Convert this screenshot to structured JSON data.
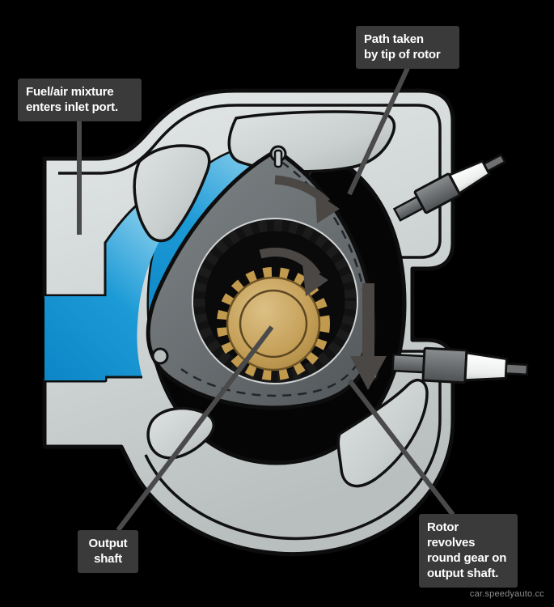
{
  "figure": {
    "title": "Wankel rotary engine cutaway diagram",
    "watermark": "car.speedyauto.cc"
  },
  "callouts": [
    {
      "id": "fuel-air",
      "text": "Fuel/air mixture\nenters inlet port."
    },
    {
      "id": "rotor-path",
      "text": "Path taken\nby tip of rotor"
    },
    {
      "id": "output-shaft",
      "text": "Output\nshaft"
    },
    {
      "id": "rotor-gear",
      "text": "Rotor revolves\nround gear on\noutput shaft."
    }
  ],
  "colors": {
    "background": "#000000",
    "callout_bg": "#3a3a3a",
    "callout_text": "#ffffff",
    "housing_light": "#d9dddd",
    "housing_mid": "#c3c8c8",
    "housing_dark": "#9aa0a0",
    "outline": "#111111",
    "intake_blue": "#1c9ad6",
    "intake_blue_light": "#5bbde8",
    "rotor_gray": "#6f7476",
    "rotor_dark": "#4c5153",
    "internal_gear": "#151515",
    "output_gear_gold": "#c19a4e",
    "output_gear_gold_light": "#d6b978",
    "arrow_gray": "#4a4744",
    "leader_line": "#4a4a4a",
    "sparkplug_ceramic": "#f2f2f0",
    "sparkplug_body": "#6e7072",
    "watermark_text": "#8e8e8e"
  },
  "parts": [
    {
      "name": "engine-housing",
      "label": "Epitrochoid housing (stator)"
    },
    {
      "name": "intake-port-region",
      "label": "Fuel/air intake charge"
    },
    {
      "name": "rotor",
      "label": "Triangular rotor"
    },
    {
      "name": "rotor-internal-gear",
      "label": "Internal ring gear in rotor"
    },
    {
      "name": "output-shaft-gear",
      "label": "Stationary gear on output shaft"
    },
    {
      "name": "spark-plug-upper",
      "label": "Upper spark plug"
    },
    {
      "name": "spark-plug-lower",
      "label": "Lower spark plug"
    },
    {
      "name": "rotation-arrow-inner",
      "label": "Rotor rotation direction arrow"
    },
    {
      "name": "rotation-arrow-outer",
      "label": "Rotor tip travel direction arrow"
    },
    {
      "name": "rotor-tip-path",
      "label": "Dashed path of rotor tip"
    }
  ]
}
